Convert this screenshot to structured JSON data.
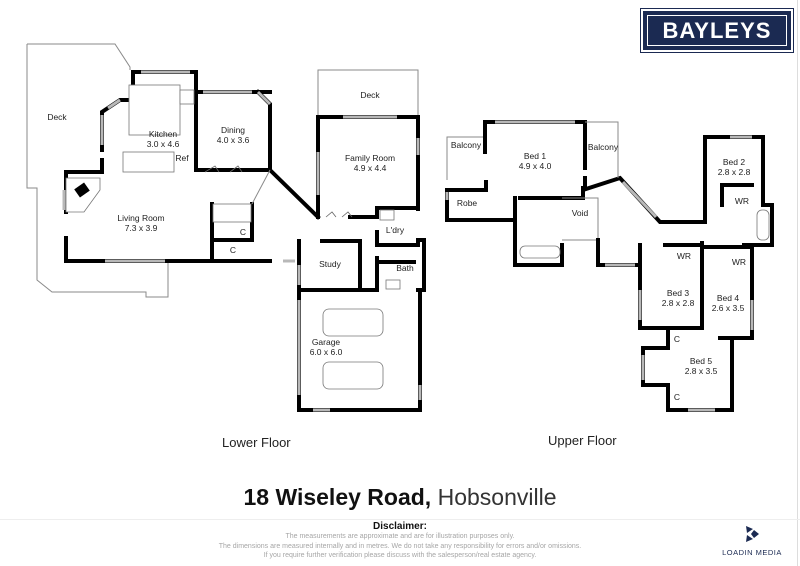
{
  "brand": {
    "name": "BAYLEYS",
    "color": "#1b2a52"
  },
  "floors": [
    {
      "label": "Lower Floor",
      "rooms": [
        {
          "name": "Deck",
          "dims": ""
        },
        {
          "name": "Kitchen",
          "dims": "3.0 x 4.6"
        },
        {
          "name": "Ref",
          "dims": ""
        },
        {
          "name": "Dining",
          "dims": "4.0 x 3.6"
        },
        {
          "name": "Living Room",
          "dims": "7.3 x 3.9"
        },
        {
          "name": "C",
          "dims": ""
        },
        {
          "name": "C",
          "dims": ""
        },
        {
          "name": "Deck",
          "dims": ""
        },
        {
          "name": "Family Room",
          "dims": "4.9 x 4.4"
        },
        {
          "name": "L'dry",
          "dims": ""
        },
        {
          "name": "Study",
          "dims": ""
        },
        {
          "name": "Bath",
          "dims": ""
        },
        {
          "name": "Garage",
          "dims": "6.0 x 6.0"
        }
      ]
    },
    {
      "label": "Upper Floor",
      "rooms": [
        {
          "name": "Balcony",
          "dims": ""
        },
        {
          "name": "Bed 1",
          "dims": "4.9 x 4.0"
        },
        {
          "name": "Balcony",
          "dims": ""
        },
        {
          "name": "Robe",
          "dims": ""
        },
        {
          "name": "Void",
          "dims": ""
        },
        {
          "name": "Bed 2",
          "dims": "2.8 x 2.8"
        },
        {
          "name": "WR",
          "dims": ""
        },
        {
          "name": "WR",
          "dims": ""
        },
        {
          "name": "WR",
          "dims": ""
        },
        {
          "name": "Bed 3",
          "dims": "2.8 x 2.8"
        },
        {
          "name": "Bed 4",
          "dims": "2.6 x 3.5"
        },
        {
          "name": "C",
          "dims": ""
        },
        {
          "name": "Bed 5",
          "dims": "2.8 x 3.5"
        },
        {
          "name": "C",
          "dims": ""
        }
      ]
    }
  ],
  "address": {
    "street": "18 Wiseley Road,",
    "suburb": "Hobsonville"
  },
  "disclaimer": {
    "title": "Disclaimer:",
    "lines": [
      "The measurements are approximate and are for illustration purposes only.",
      "The dimensions are measured internally and in metres. We do not take any responsibility for errors and/or omissions.",
      "If you require further verification please discuss with the salesperson/real estate agency."
    ]
  },
  "media": {
    "name": "LOADIN MEDIA",
    "color": "#1b2a52"
  }
}
